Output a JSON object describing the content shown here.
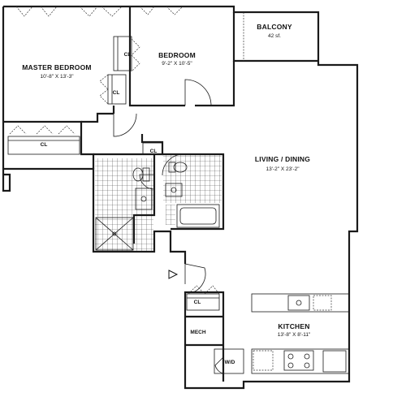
{
  "rooms": {
    "master_bedroom": {
      "name": "MASTER BEDROOM",
      "dims": "10'-8\" X 13'-3\""
    },
    "bedroom": {
      "name": "BEDROOM",
      "dims": "9'-2\" X 10'-5\""
    },
    "balcony": {
      "name": "BALCONY",
      "dims": "42 sf."
    },
    "living_dining": {
      "name": "LIVING / DINING",
      "dims": "13'-2\" X 23'-2\""
    },
    "kitchen": {
      "name": "KITCHEN",
      "dims": "13'-8\" X 8'-11\""
    }
  },
  "closets": {
    "cl_bedroom_top": "CL",
    "cl_bedroom_bottom": "CL",
    "cl_master": "CL",
    "cl_hall": "CL",
    "cl_entry": "CL"
  },
  "utility": {
    "mech": "MECH",
    "wd": "W/D"
  }
}
